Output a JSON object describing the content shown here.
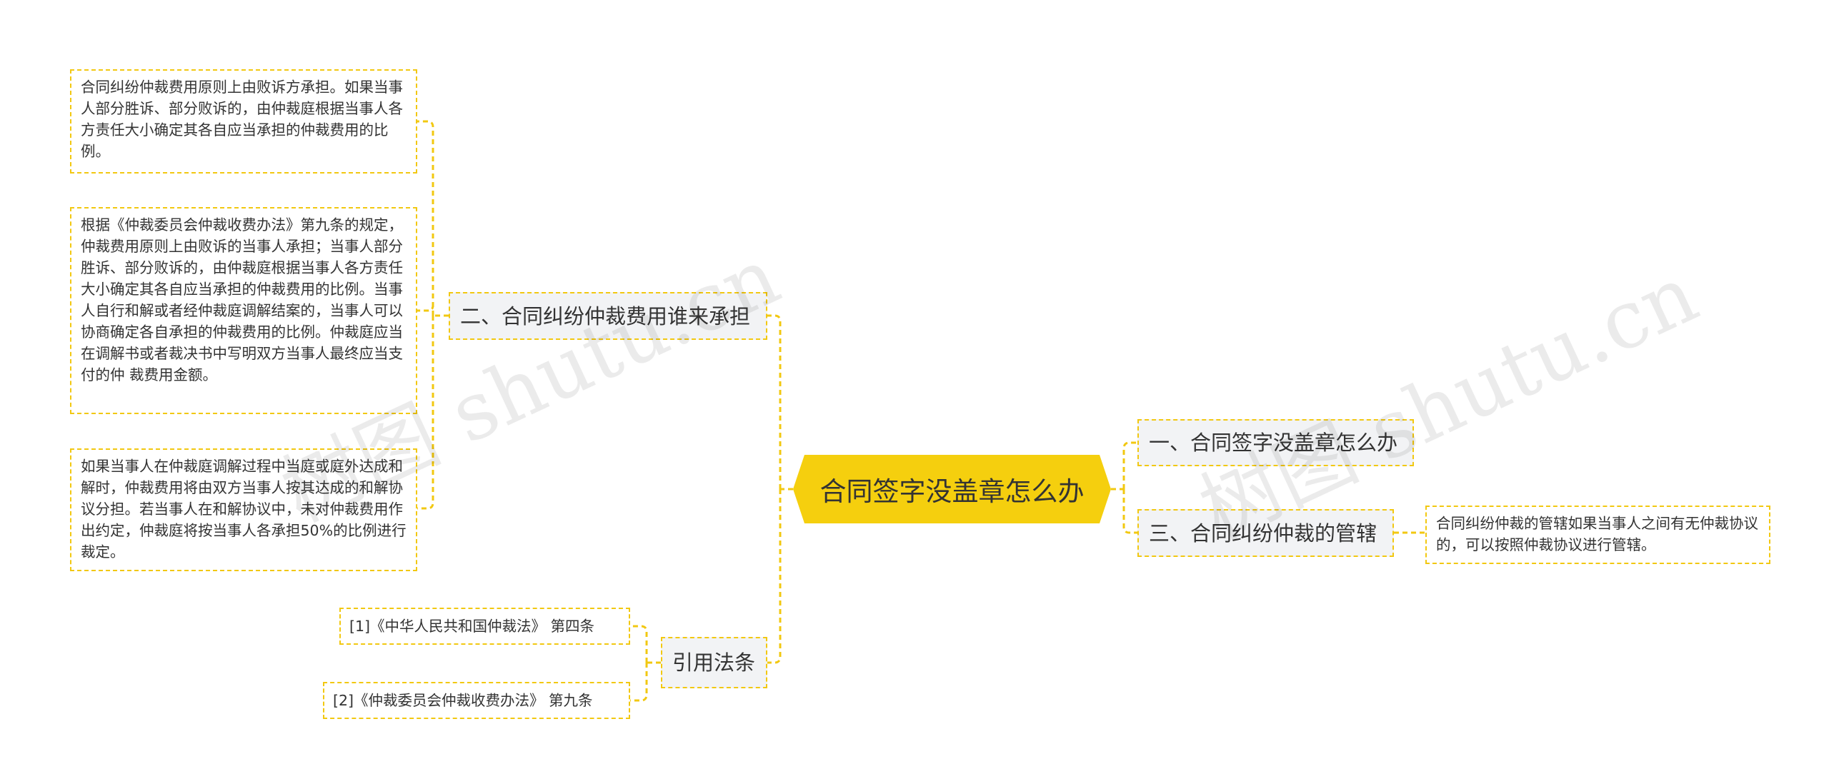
{
  "root": {
    "title": "合同签字没盖章怎么办"
  },
  "left_branches": {
    "fee": {
      "title": "二、合同纠纷仲裁费用谁来承担",
      "details": [
        "合同纠纷仲裁费用原则上由败诉方承担。如果当事人部分胜诉、部分败诉的，由仲裁庭根据当事人各方责任大小确定其各自应当承担的仲裁费用的比例。",
        "根据《仲裁委员会仲裁收费办法》第九条的规定，仲裁费用原则上由败诉的当事人承担；当事人部分胜诉、部分败诉的，由仲裁庭根据当事人各方责任大小确定其各自应当承担的仲裁费用的比例。当事人自行和解或者经仲裁庭调解结案的，当事人可以协商确定各自承担的仲裁费用的比例。仲裁庭应当在调解书或者裁决书中写明双方当事人最终应当支付的仲 裁费用金额。",
        "如果当事人在仲裁庭调解过程中当庭或庭外达成和解时，仲裁费用将由双方当事人按其达成的和解协议分担。若当事人在和解协议中，未对仲裁费用作出约定，仲裁庭将按当事人各承担50%的比例进行裁定。"
      ]
    },
    "law": {
      "title": "引用法条",
      "items": [
        "[1]《中华人民共和国仲裁法》 第四条",
        "[2]《仲裁委员会仲裁收费办法》 第九条"
      ]
    }
  },
  "right_branches": {
    "first": {
      "title": "一、合同签字没盖章怎么办"
    },
    "third": {
      "title": "三、合同纠纷仲裁的管辖",
      "detail": "合同纠纷仲裁的管辖如果当事人之间有无仲裁协议的，可以按照仲裁协议进行管辖。"
    }
  },
  "watermark": [
    "树图 shutu.cn",
    "树图 shutu.cn"
  ],
  "colors": {
    "accent": "#f5cf0e",
    "line": "#f2c811",
    "topic_bg": "#f2f3f5",
    "text": "#333333"
  }
}
